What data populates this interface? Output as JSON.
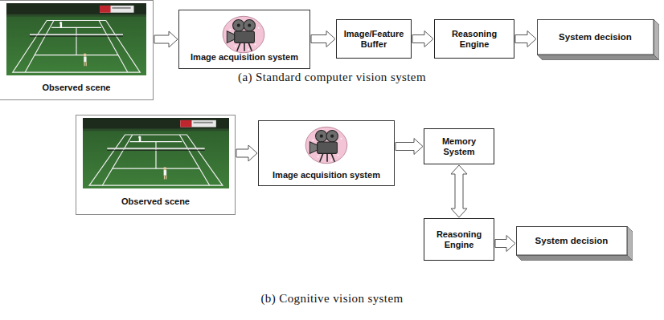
{
  "diagram": {
    "nodes": [
      {
        "text": [
          "Observed scene"
        ]
      },
      {
        "text": [
          "Image acquisition system"
        ]
      },
      {
        "text": [
          "Image/Feature Buffer"
        ]
      },
      {
        "text": [
          "Reasoning Engine"
        ]
      },
      {
        "text": [
          "System decision"
        ]
      },
      {
        "text": [
          "Observed scene"
        ]
      },
      {
        "text": [
          "Image acquisition system"
        ]
      },
      {
        "text": [
          "Memory System"
        ]
      },
      {
        "text": [
          "Reasoning Engine"
        ]
      },
      {
        "text": [
          "System decision"
        ]
      }
    ],
    "edges": [
      {
        "from": 0,
        "to": 1,
        "arrow": "to"
      },
      {
        "from": 1,
        "to": 2,
        "arrow": "to"
      },
      {
        "from": 2,
        "to": 3,
        "arrow": "to"
      },
      {
        "from": 3,
        "to": 4,
        "arrow": "to"
      },
      {
        "from": 5,
        "to": 6,
        "arrow": "to"
      },
      {
        "from": 6,
        "to": 7,
        "arrow": "to"
      },
      {
        "from": 7,
        "to": 8,
        "arrow": "both"
      },
      {
        "from": 8,
        "to": 9,
        "arrow": "to"
      }
    ],
    "labels": [
      "(a) Standard computer vision system",
      "(b) Cognitive vision system"
    ]
  }
}
